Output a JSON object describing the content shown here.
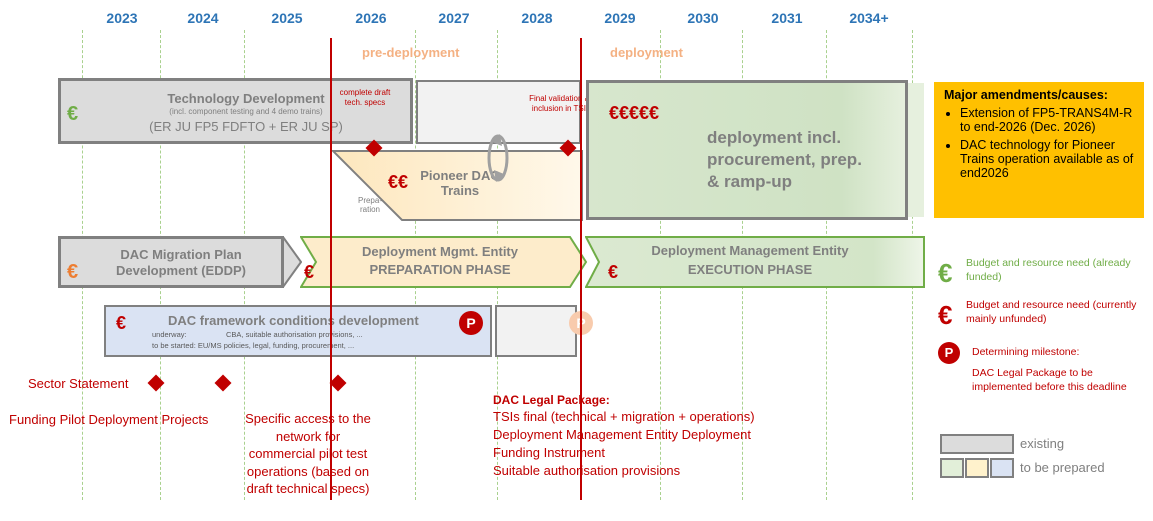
{
  "years": [
    "2023",
    "2024",
    "2025",
    "2026",
    "2027",
    "2028",
    "2029",
    "2030",
    "2031",
    "2034+"
  ],
  "phases": {
    "pre_deployment": "pre-deployment",
    "deployment": "deployment"
  },
  "tech_dev": {
    "title": "Technology Development",
    "sub": "(incl. component testing and 4 demo trains)",
    "sub2": "(ER JU FP5 FDFTO + ER JU SP)",
    "euro": "€"
  },
  "milestones": {
    "draft_specs": "complete draft tech. specs",
    "final_validation": "Final validation & inclusion in TSIs"
  },
  "deployment_block": {
    "euros": "€€€€€",
    "text": "deployment incl. procurement, prep. & ramp-up"
  },
  "pioneer": {
    "euros": "€€",
    "title": "Pioneer DAC Trains",
    "prep": "Prepa-ration"
  },
  "migration_plan": {
    "title": "DAC Migration Plan Development (EDDP)",
    "euro": "€"
  },
  "dme_prep": {
    "title": "Deployment Mgmt. Entity",
    "sub": "PREPARATION PHASE",
    "euro": "€"
  },
  "dme_exec": {
    "title": "Deployment Management Entity",
    "sub": "EXECUTION PHASE",
    "euro": "€"
  },
  "framework": {
    "title": "DAC framework conditions development",
    "line1_label": "underway:",
    "line1": "CBA, suitable authorisation provisions, ...",
    "line2": "to be started: EU/MS policies, legal, funding, procurement, ...",
    "euro": "€",
    "p": "P"
  },
  "bottom": {
    "sector_statement": "Sector Statement",
    "funding_pilot": "Funding Pilot Deployment Projects",
    "specific_access": "Specific access to the network for commercial pilot test operations (based on draft technical specs)"
  },
  "legal_package": {
    "title": "DAC Legal Package:",
    "items": [
      "TSIs final (technical + migration + operations)",
      "Deployment Management Entity Deployment",
      "Funding Instrument",
      "Suitable authorisation provisions"
    ]
  },
  "amendments": {
    "title": "Major amendments/causes",
    "title_suffix": ":",
    "items": [
      "Extension of FP5-TRANS4M-R to end-2026 (Dec. 2026)",
      "DAC technology for Pioneer Trains operation available as of end2026"
    ]
  },
  "legend": {
    "green_euro": "€",
    "green_text": "Budget and resource need (already funded)",
    "red_euro": "€",
    "red_text": "Budget and resource need (currently mainly unfunded)",
    "p_symbol": "P",
    "p_title": "Determining milestone:",
    "p_desc": "DAC Legal Package to be implemented before this deadline",
    "existing": "existing",
    "to_be_prepared": "to be prepared"
  },
  "colors": {
    "red": "#c00000",
    "green": "#70ad47",
    "orange": "#ed7d31",
    "blue_year": "#2e75b6",
    "amber": "#ffc000"
  }
}
